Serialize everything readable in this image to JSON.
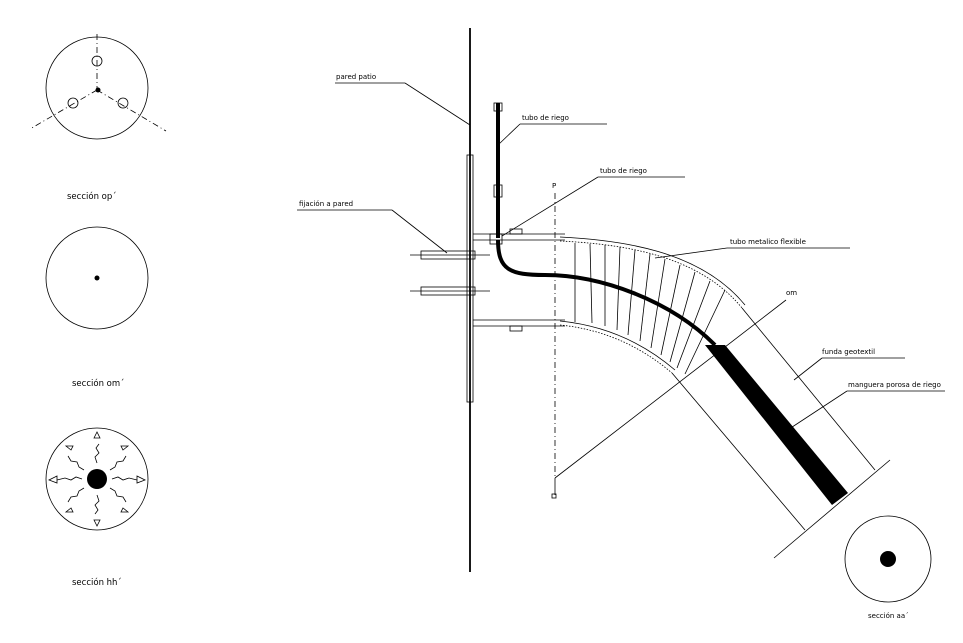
{
  "sections": {
    "op": "sección op´",
    "om": "sección om´",
    "hh": "sección hh´",
    "aa": "sección aa´"
  },
  "labels": {
    "pared_patio": "pared patio",
    "tubo_riego_1": "tubo de riego",
    "tubo_riego_2": "tubo de riego",
    "fijacion": "fijación a pared",
    "tubo_metalico": "tubo metalico flexible",
    "om_mark": "om",
    "p_mark": "P",
    "funda": "funda geotextil",
    "manguera": "manguera porosa de riego"
  }
}
